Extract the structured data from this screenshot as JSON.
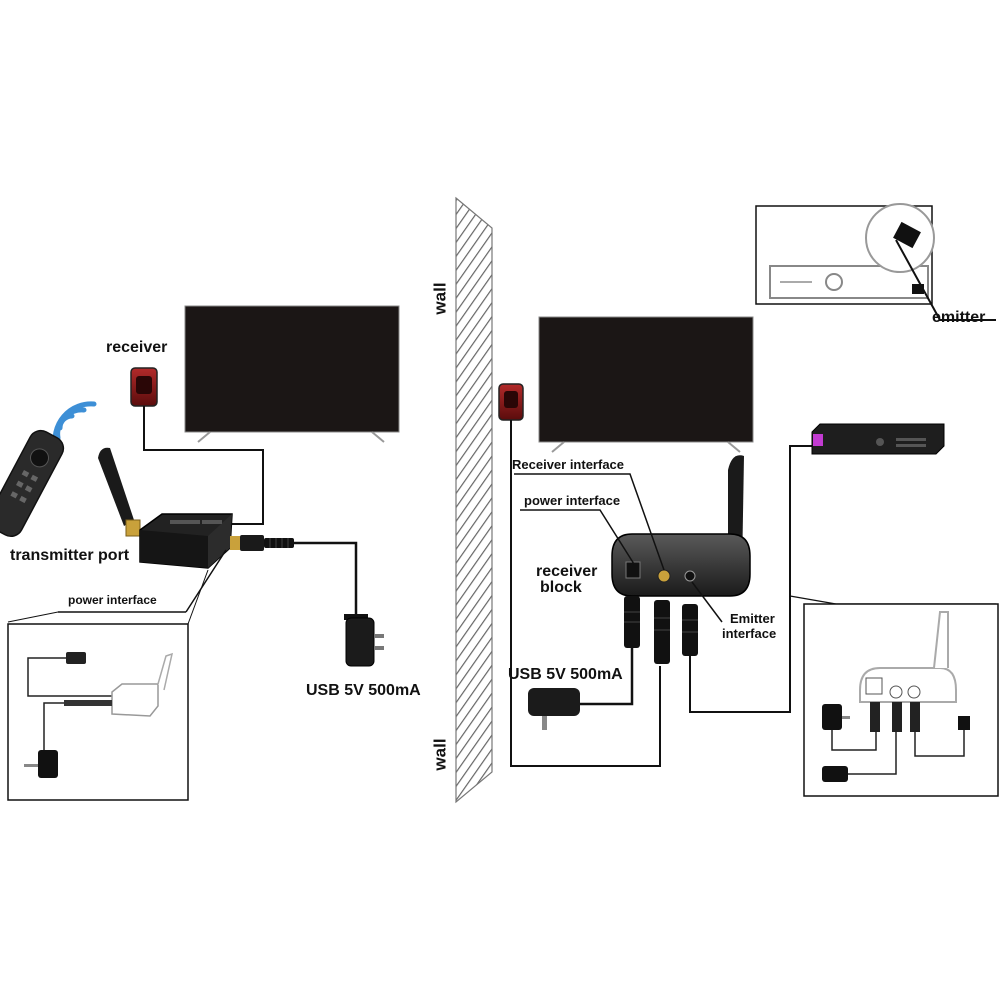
{
  "labels": {
    "receiver": "receiver",
    "transmitter_port": "transmitter port",
    "power_interface_left": "power interface",
    "usb_left": "USB 5V 500mA",
    "wall_top": "wall",
    "wall_bottom": "wall",
    "receiver_interface": "Receiver interface",
    "power_interface_right": "power interface",
    "receiver_block_line1": "receiver",
    "receiver_block_line2": "block",
    "usb_right": "USB 5V 500mA",
    "emitter_interface_line1": "Emitter",
    "emitter_interface_line2": "interface",
    "emitter": "emitter"
  },
  "colors": {
    "line": "#111111",
    "tv_screen": "#1b1615",
    "ir_receiver": "#7a1414",
    "wifi_blue": "#3d8fd6",
    "antenna_gold": "#c9a13b",
    "device_body": "#1e1e1e",
    "emitter_glow": "#c23bd1"
  },
  "icons": [
    "wifi-signal-icon",
    "remote-control-icon",
    "power-adapter-icon",
    "antenna-icon",
    "ir-eye-icon"
  ]
}
